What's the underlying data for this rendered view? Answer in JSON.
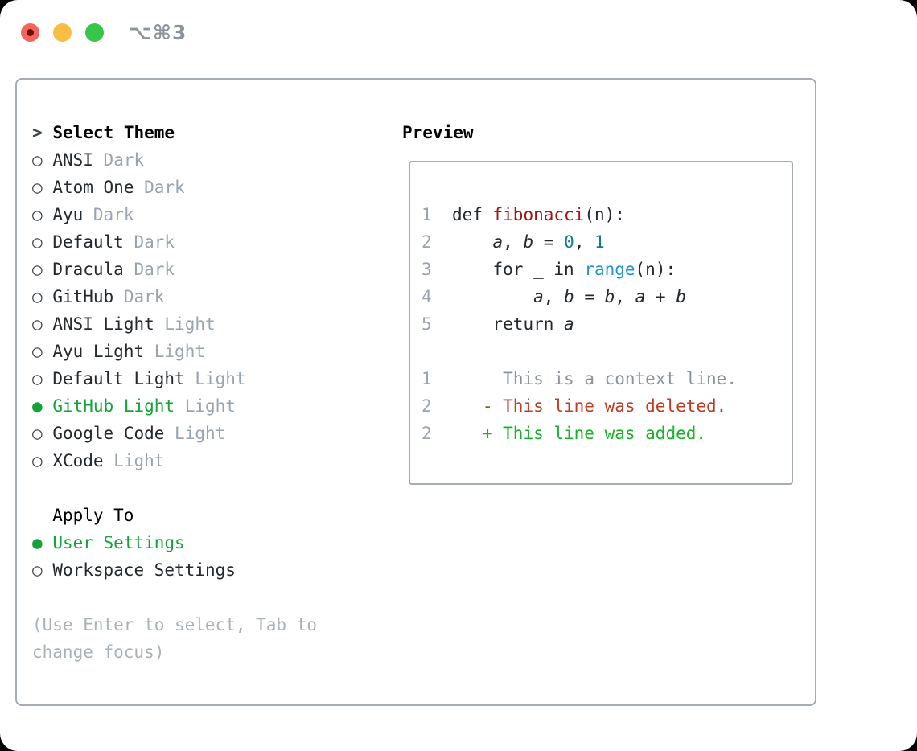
{
  "window": {
    "shortcut_label": "⌥⌘3",
    "traffic_lights": [
      {
        "name": "close",
        "color": "#f4645a",
        "has_inner_dot": true
      },
      {
        "name": "minimize",
        "color": "#f7bd45",
        "has_inner_dot": false
      },
      {
        "name": "zoom",
        "color": "#35c64a",
        "has_inner_dot": false
      }
    ]
  },
  "theme_panel": {
    "markers": {
      "prompt": ">",
      "selected": "●",
      "unselected": "○"
    },
    "header_label": "Select Theme",
    "themes": [
      {
        "name": "ANSI",
        "badge": "Dark",
        "selected": false
      },
      {
        "name": "Atom One",
        "badge": "Dark",
        "selected": false
      },
      {
        "name": "Ayu",
        "badge": "Dark",
        "selected": false
      },
      {
        "name": "Default",
        "badge": "Dark",
        "selected": false
      },
      {
        "name": "Dracula",
        "badge": "Dark",
        "selected": false
      },
      {
        "name": "GitHub",
        "badge": "Dark",
        "selected": false
      },
      {
        "name": "ANSI Light",
        "badge": "Light",
        "selected": false
      },
      {
        "name": "Ayu Light",
        "badge": "Light",
        "selected": false
      },
      {
        "name": "Default Light",
        "badge": "Light",
        "selected": false
      },
      {
        "name": "GitHub Light",
        "badge": "Light",
        "selected": true
      },
      {
        "name": "Google Code",
        "badge": "Light",
        "selected": false
      },
      {
        "name": "XCode",
        "badge": "Light",
        "selected": false
      }
    ],
    "apply_to": {
      "label": "Apply To",
      "options": [
        {
          "name": "User Settings",
          "selected": true
        },
        {
          "name": "Workspace Settings",
          "selected": false
        }
      ]
    },
    "hint_lines": [
      "(Use Enter to select, Tab to",
      "change focus)"
    ]
  },
  "preview": {
    "label": "Preview",
    "code_lines": [
      [
        {
          "t": "1",
          "s": "lineno"
        },
        {
          "t": "  def ",
          "s": "plain"
        },
        {
          "t": "fibonacci",
          "s": "fn"
        },
        {
          "t": "(n):",
          "s": "plain"
        }
      ],
      [
        {
          "t": "2",
          "s": "lineno"
        },
        {
          "t": "      ",
          "s": "plain"
        },
        {
          "t": "a",
          "s": "var"
        },
        {
          "t": ", ",
          "s": "plain"
        },
        {
          "t": "b",
          "s": "var"
        },
        {
          "t": " = ",
          "s": "plain"
        },
        {
          "t": "0",
          "s": "num"
        },
        {
          "t": ", ",
          "s": "plain"
        },
        {
          "t": "1",
          "s": "num"
        }
      ],
      [
        {
          "t": "3",
          "s": "lineno"
        },
        {
          "t": "      for _ in ",
          "s": "plain"
        },
        {
          "t": "range",
          "s": "builtin"
        },
        {
          "t": "(n):",
          "s": "plain"
        }
      ],
      [
        {
          "t": "4",
          "s": "lineno"
        },
        {
          "t": "          ",
          "s": "plain"
        },
        {
          "t": "a",
          "s": "var"
        },
        {
          "t": ", ",
          "s": "plain"
        },
        {
          "t": "b",
          "s": "var"
        },
        {
          "t": " = ",
          "s": "plain"
        },
        {
          "t": "b",
          "s": "var"
        },
        {
          "t": ", ",
          "s": "plain"
        },
        {
          "t": "a",
          "s": "var"
        },
        {
          "t": " + ",
          "s": "plain"
        },
        {
          "t": "b",
          "s": "var"
        }
      ],
      [
        {
          "t": "5",
          "s": "lineno"
        },
        {
          "t": "      return ",
          "s": "plain"
        },
        {
          "t": "a",
          "s": "var"
        }
      ],
      [],
      [
        {
          "t": "1",
          "s": "lineno"
        },
        {
          "t": "       ",
          "s": "plain"
        },
        {
          "t": "This is a context line.",
          "s": "ctx"
        }
      ],
      [
        {
          "t": "2",
          "s": "lineno"
        },
        {
          "t": "     ",
          "s": "plain"
        },
        {
          "t": "- This line was deleted.",
          "s": "del"
        }
      ],
      [
        {
          "t": "2",
          "s": "lineno"
        },
        {
          "t": "     ",
          "s": "plain"
        },
        {
          "t": "+ This line was added.",
          "s": "add"
        }
      ]
    ]
  },
  "colors": {
    "selection_green": "#14a339",
    "added_green": "#17b428",
    "deleted_red": "#c23a22",
    "function_red": "#a31515",
    "number_teal": "#0e7f87",
    "builtin_blue": "#2196c9",
    "text": "#24292f",
    "muted_gray": "#9aa4b0",
    "context_gray": "#8a939c",
    "hint_gray": "#a9b1bb",
    "border_gray": "#a6adb8"
  }
}
